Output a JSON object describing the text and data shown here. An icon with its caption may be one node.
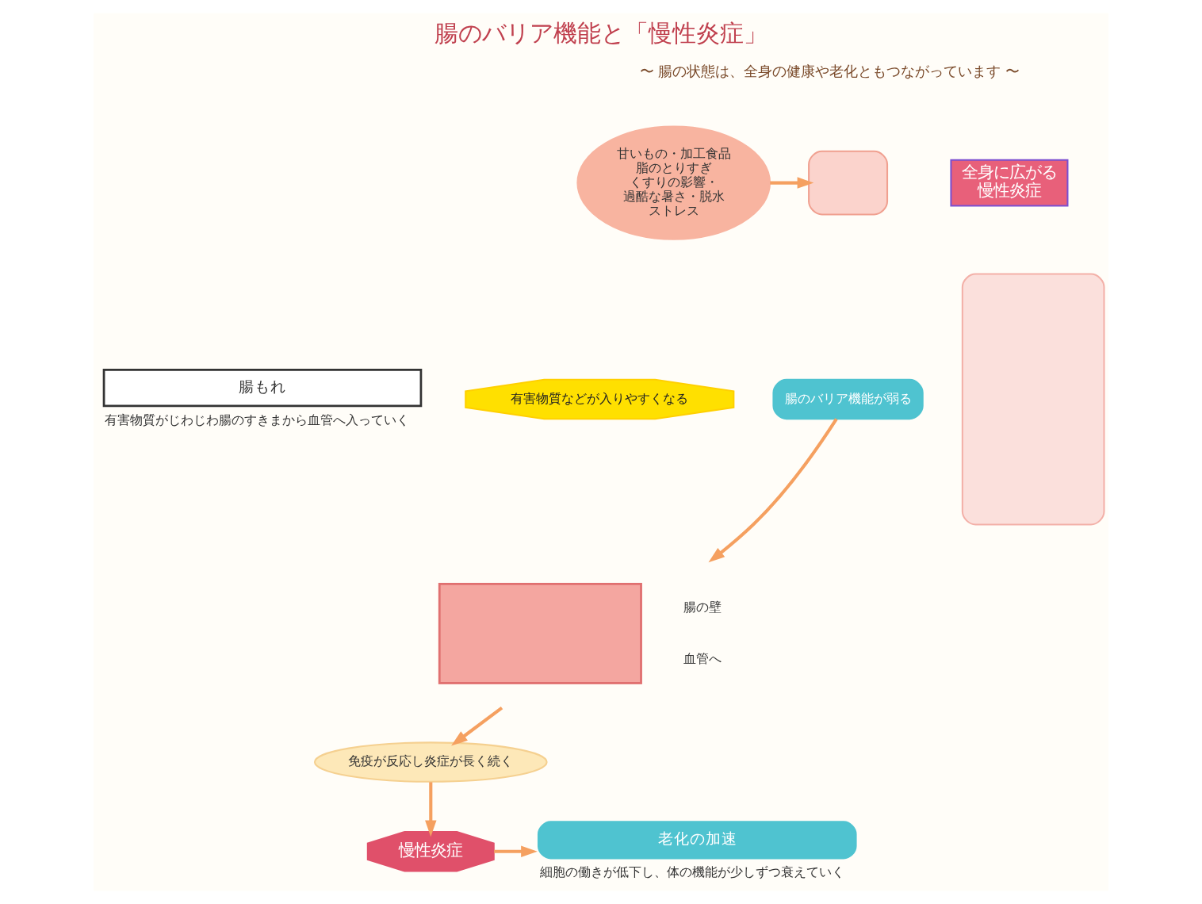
{
  "diagram": {
    "title": "腸のバリア機能と「慢性炎症」",
    "nodes": [
      {
        "text": [
          "甘いもの・加工食品",
          "脂のとりすぎ",
          "くすりの影響・",
          "過酷な暑さ・脱水",
          "ストレス"
        ]
      },
      {
        "text": [],
        "shape": "box"
      },
      {
        "text": [
          "腸のバリア機能が弱る"
        ]
      },
      {
        "text": [],
        "shape": "box",
        "beside": [
          "腸の壁",
          "血管へ"
        ]
      },
      {
        "text": [
          "有害物質などが入りやすくなる"
        ]
      },
      {
        "text": [
          "腸もれ"
        ],
        "beside": [
          "有害物質がじわじわ腸のすきまから血管へ入っていく"
        ]
      },
      {
        "text": [
          "免疫が反応し炎症が長く続く"
        ]
      },
      {
        "text": [
          "慢性炎症"
        ]
      },
      {
        "text": [
          "老化の加速"
        ],
        "beside": [
          "細胞の働きが低下し、体の機能が少しずつ衰えていく"
        ]
      },
      {
        "text": [],
        "shape": "box"
      },
      {
        "text": [
          "全身に広がる",
          "慢性炎症"
        ]
      }
    ],
    "edges": [
      {
        "from": 0,
        "to": 1,
        "arrow": "to"
      },
      {
        "from": 2,
        "to": 3,
        "arrow": "to"
      },
      {
        "from": 3,
        "to": 6,
        "arrow": "to"
      },
      {
        "from": 6,
        "to": 7,
        "arrow": "to"
      },
      {
        "from": 7,
        "to": 8,
        "arrow": "to"
      }
    ],
    "labels": [
      "〜 腸の状態は、全身の健康や老化ともつながっています 〜"
    ]
  }
}
